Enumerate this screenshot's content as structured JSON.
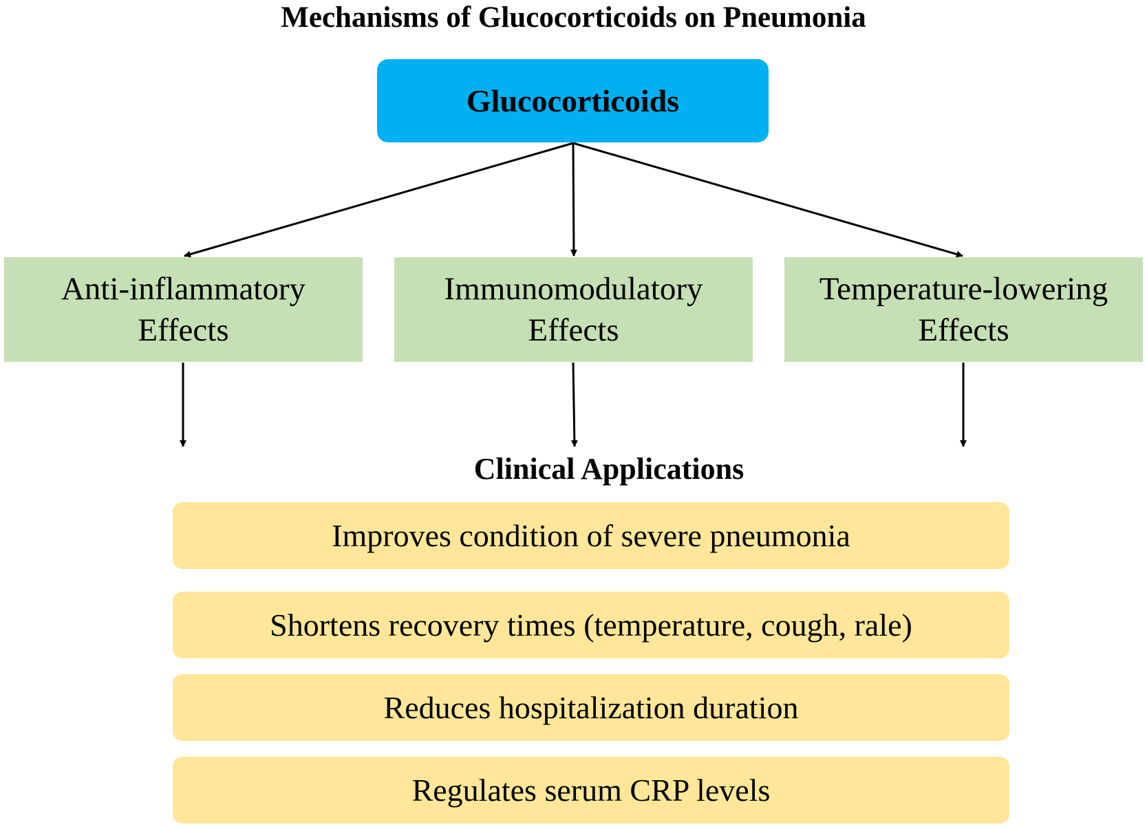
{
  "title": "Mechanisms of Glucocorticoids on Pneumonia",
  "root": {
    "label": "Glucocorticoids",
    "color": "#00b0f0"
  },
  "effects": [
    {
      "line1": "Anti-inflammatory",
      "line2": "Effects"
    },
    {
      "line1": "Immunomodulatory",
      "line2": "Effects"
    },
    {
      "line1": "Temperature-lowering",
      "line2": "Effects"
    }
  ],
  "effect_color": "#c5e0b4",
  "clinical_title": "Clinical Applications",
  "clinical_items": [
    "Improves condition of severe pneumonia",
    "Shortens recovery times (temperature, cough, rale)",
    "Reduces hospitalization duration",
    "Regulates serum CRP levels"
  ],
  "clinical_color": "#ffe699"
}
